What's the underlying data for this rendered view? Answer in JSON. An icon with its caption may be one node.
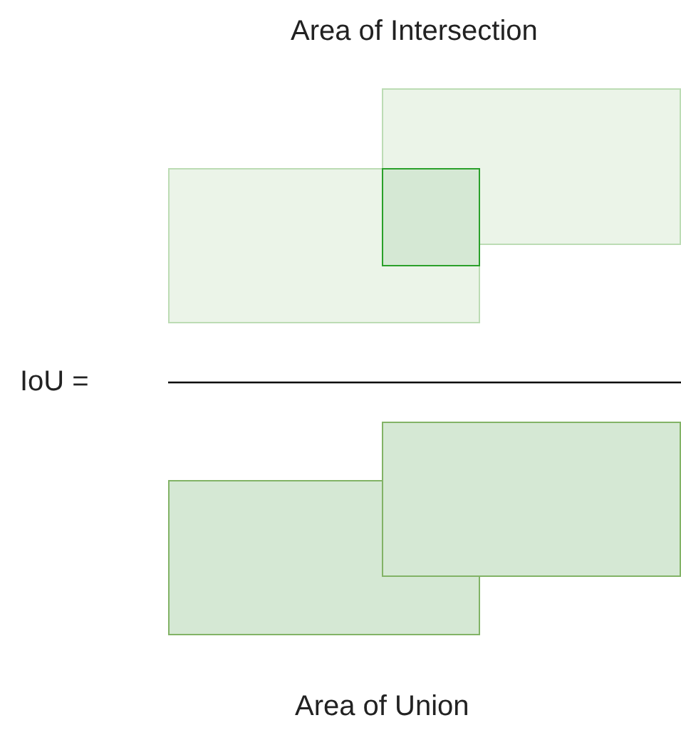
{
  "diagram": {
    "labels": [
      "Area of Intersection",
      "IoU =",
      "Area of Union"
    ]
  }
}
